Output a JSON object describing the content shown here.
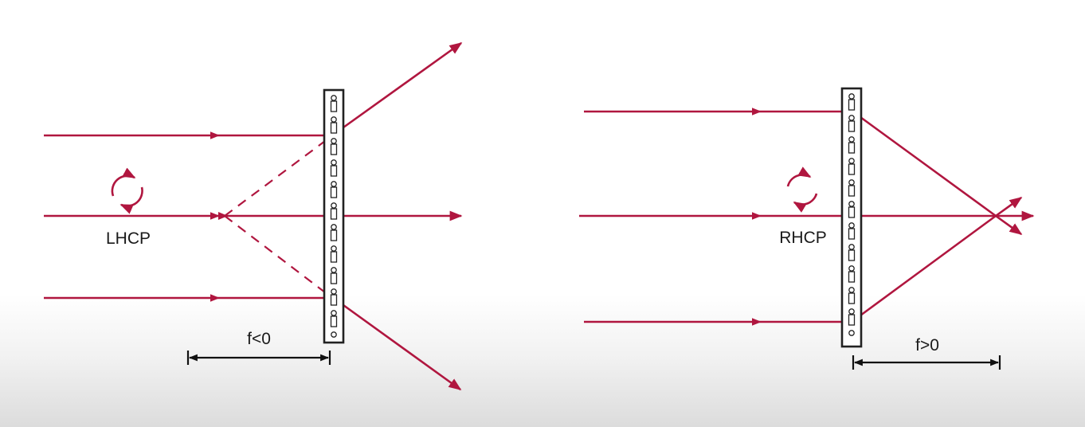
{
  "left_panel": {
    "polarization_label": "LHCP",
    "focal_label": "f<0"
  },
  "right_panel": {
    "polarization_label": "RHCP",
    "focal_label": "f>0"
  },
  "colors": {
    "ray": "#b0163f",
    "plate": "#222222",
    "dimension": "#111111"
  }
}
